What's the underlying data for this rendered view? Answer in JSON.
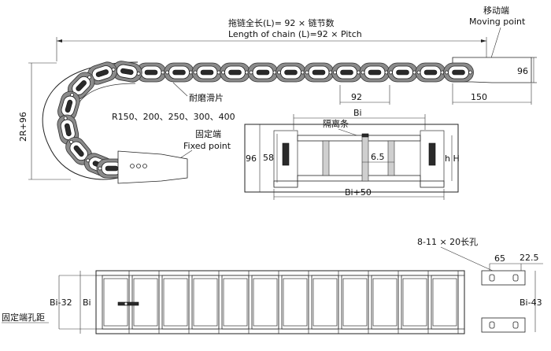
{
  "colors": {
    "line": "#222222",
    "link_fill": "#8a8a8a",
    "link_inner": "#ffffff",
    "background": "#ffffff"
  },
  "top_view": {
    "formula_cn": "拖链全长(L)= 92 × 链节数",
    "formula_en": "Length of chain (L)=92 × Pitch",
    "moving_cn": "移动端",
    "moving_en": "Moving point",
    "dim_96": "96",
    "dim_pitch": "92",
    "dim_150": "150",
    "dim_2r": "2R+96",
    "radius_list": "R150、200、250、300、400",
    "slider_cn": "耐磨滑片",
    "fixed_cn": "固定端",
    "fixed_en": "Fixed point"
  },
  "section_view": {
    "bi": "Bi",
    "separator_cn": "隔离条",
    "h96": "96",
    "h58": "58",
    "gap": "6.5",
    "h_labels": "h H",
    "bi_plus": "Bi+50"
  },
  "bottom_view": {
    "slot_note": "8-11 × 20长孔",
    "dim_65": "65",
    "dim_22_5": "22.5",
    "bi_minus_32": "Bi-32",
    "bi": "Bi",
    "hole_pitch_cn": "固定端孔距",
    "bi_minus_43": "Bi-43"
  }
}
